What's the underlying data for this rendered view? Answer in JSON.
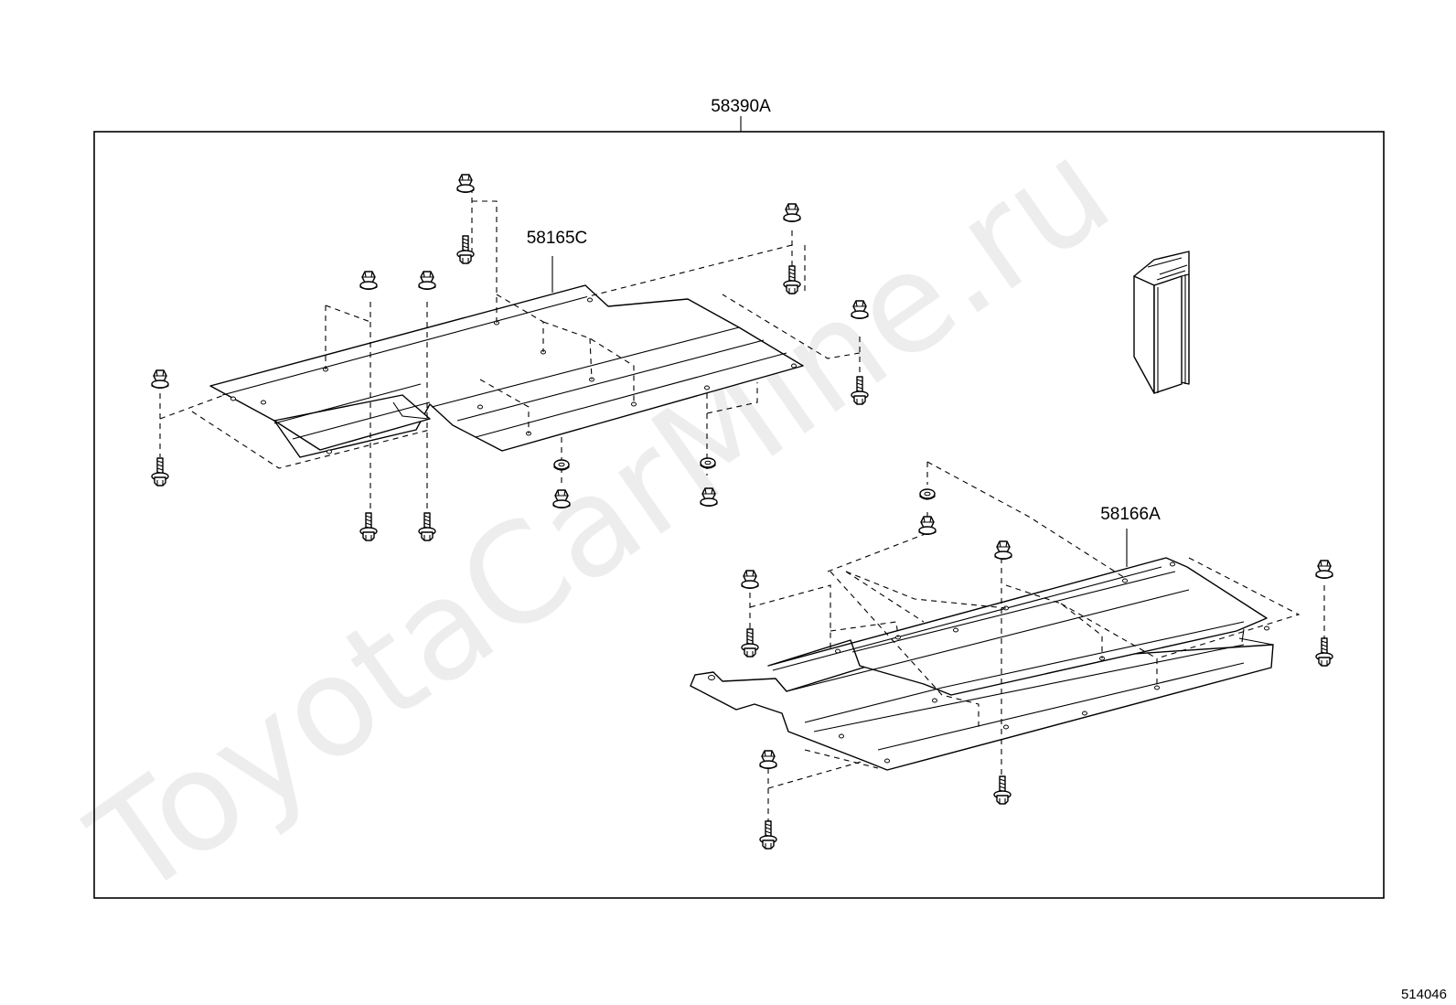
{
  "watermark": "ToyotaCarMine.ru",
  "figure_number": "514046",
  "callouts": {
    "assembly": "58390A",
    "front_cover": "58165C",
    "rear_cover": "58166A"
  },
  "icons": {
    "bolt": "flange-bolt-icon",
    "nut": "flange-nut-icon",
    "washer": "washer-icon",
    "grommet": "grommet-icon"
  }
}
